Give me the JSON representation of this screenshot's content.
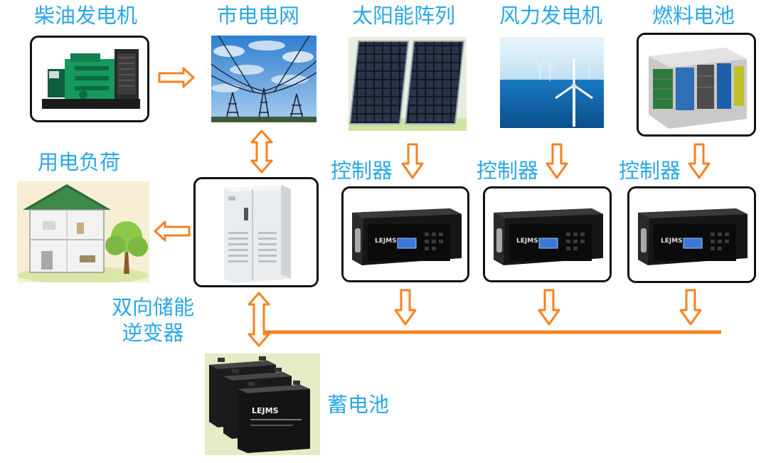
{
  "labels": {
    "diesel": "柴油发电机",
    "grid": "市电电网",
    "solar": "太阳能阵列",
    "wind": "风力发电机",
    "fuelcell": "燃料电池",
    "load": "用电负荷",
    "controller1": "控制器",
    "controller2": "控制器",
    "controller3": "控制器",
    "inverter_line1": "双向储能",
    "inverter_line2": "逆变器",
    "battery": "蓄电池"
  },
  "device_brand": "LEJMS",
  "colors": {
    "label": "#2aa7e6",
    "arrow": "#f58220",
    "arrow_fill": "#ffffff",
    "box_border": "#111111"
  }
}
